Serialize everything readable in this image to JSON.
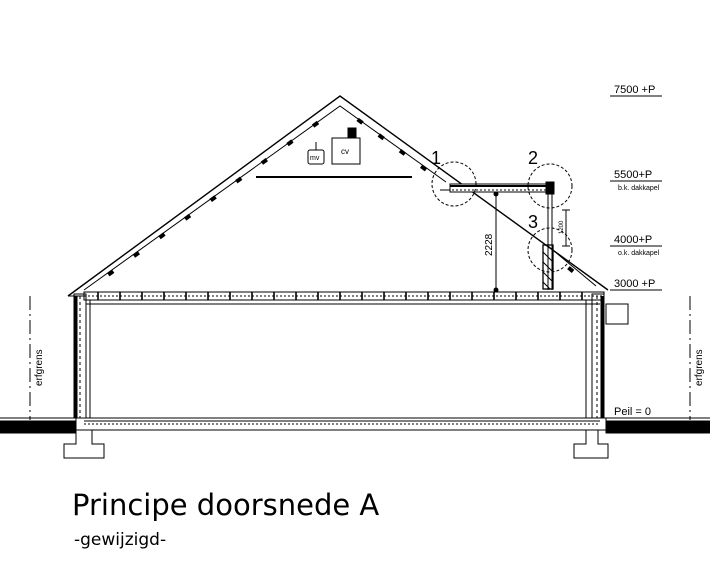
{
  "title": "Principe doorsnede A",
  "subtitle": "-gewijzigd-",
  "levels": {
    "l7500": "7500 +P",
    "l5500": "5500+P",
    "l5500_note": "b.k. dakkapel",
    "l4000": "4000+P",
    "l4000_note": "o.k. dakkapel",
    "l3000": "3000 +P",
    "peil": "Peil = 0"
  },
  "details": {
    "d1": "1",
    "d2": "2",
    "d3": "3"
  },
  "dimensions": {
    "height": "2228",
    "small": "1200"
  },
  "equipment": {
    "mv": "mv",
    "cv": "cv"
  },
  "boundary": {
    "left": "erfgrens",
    "right": "erfgrens"
  }
}
